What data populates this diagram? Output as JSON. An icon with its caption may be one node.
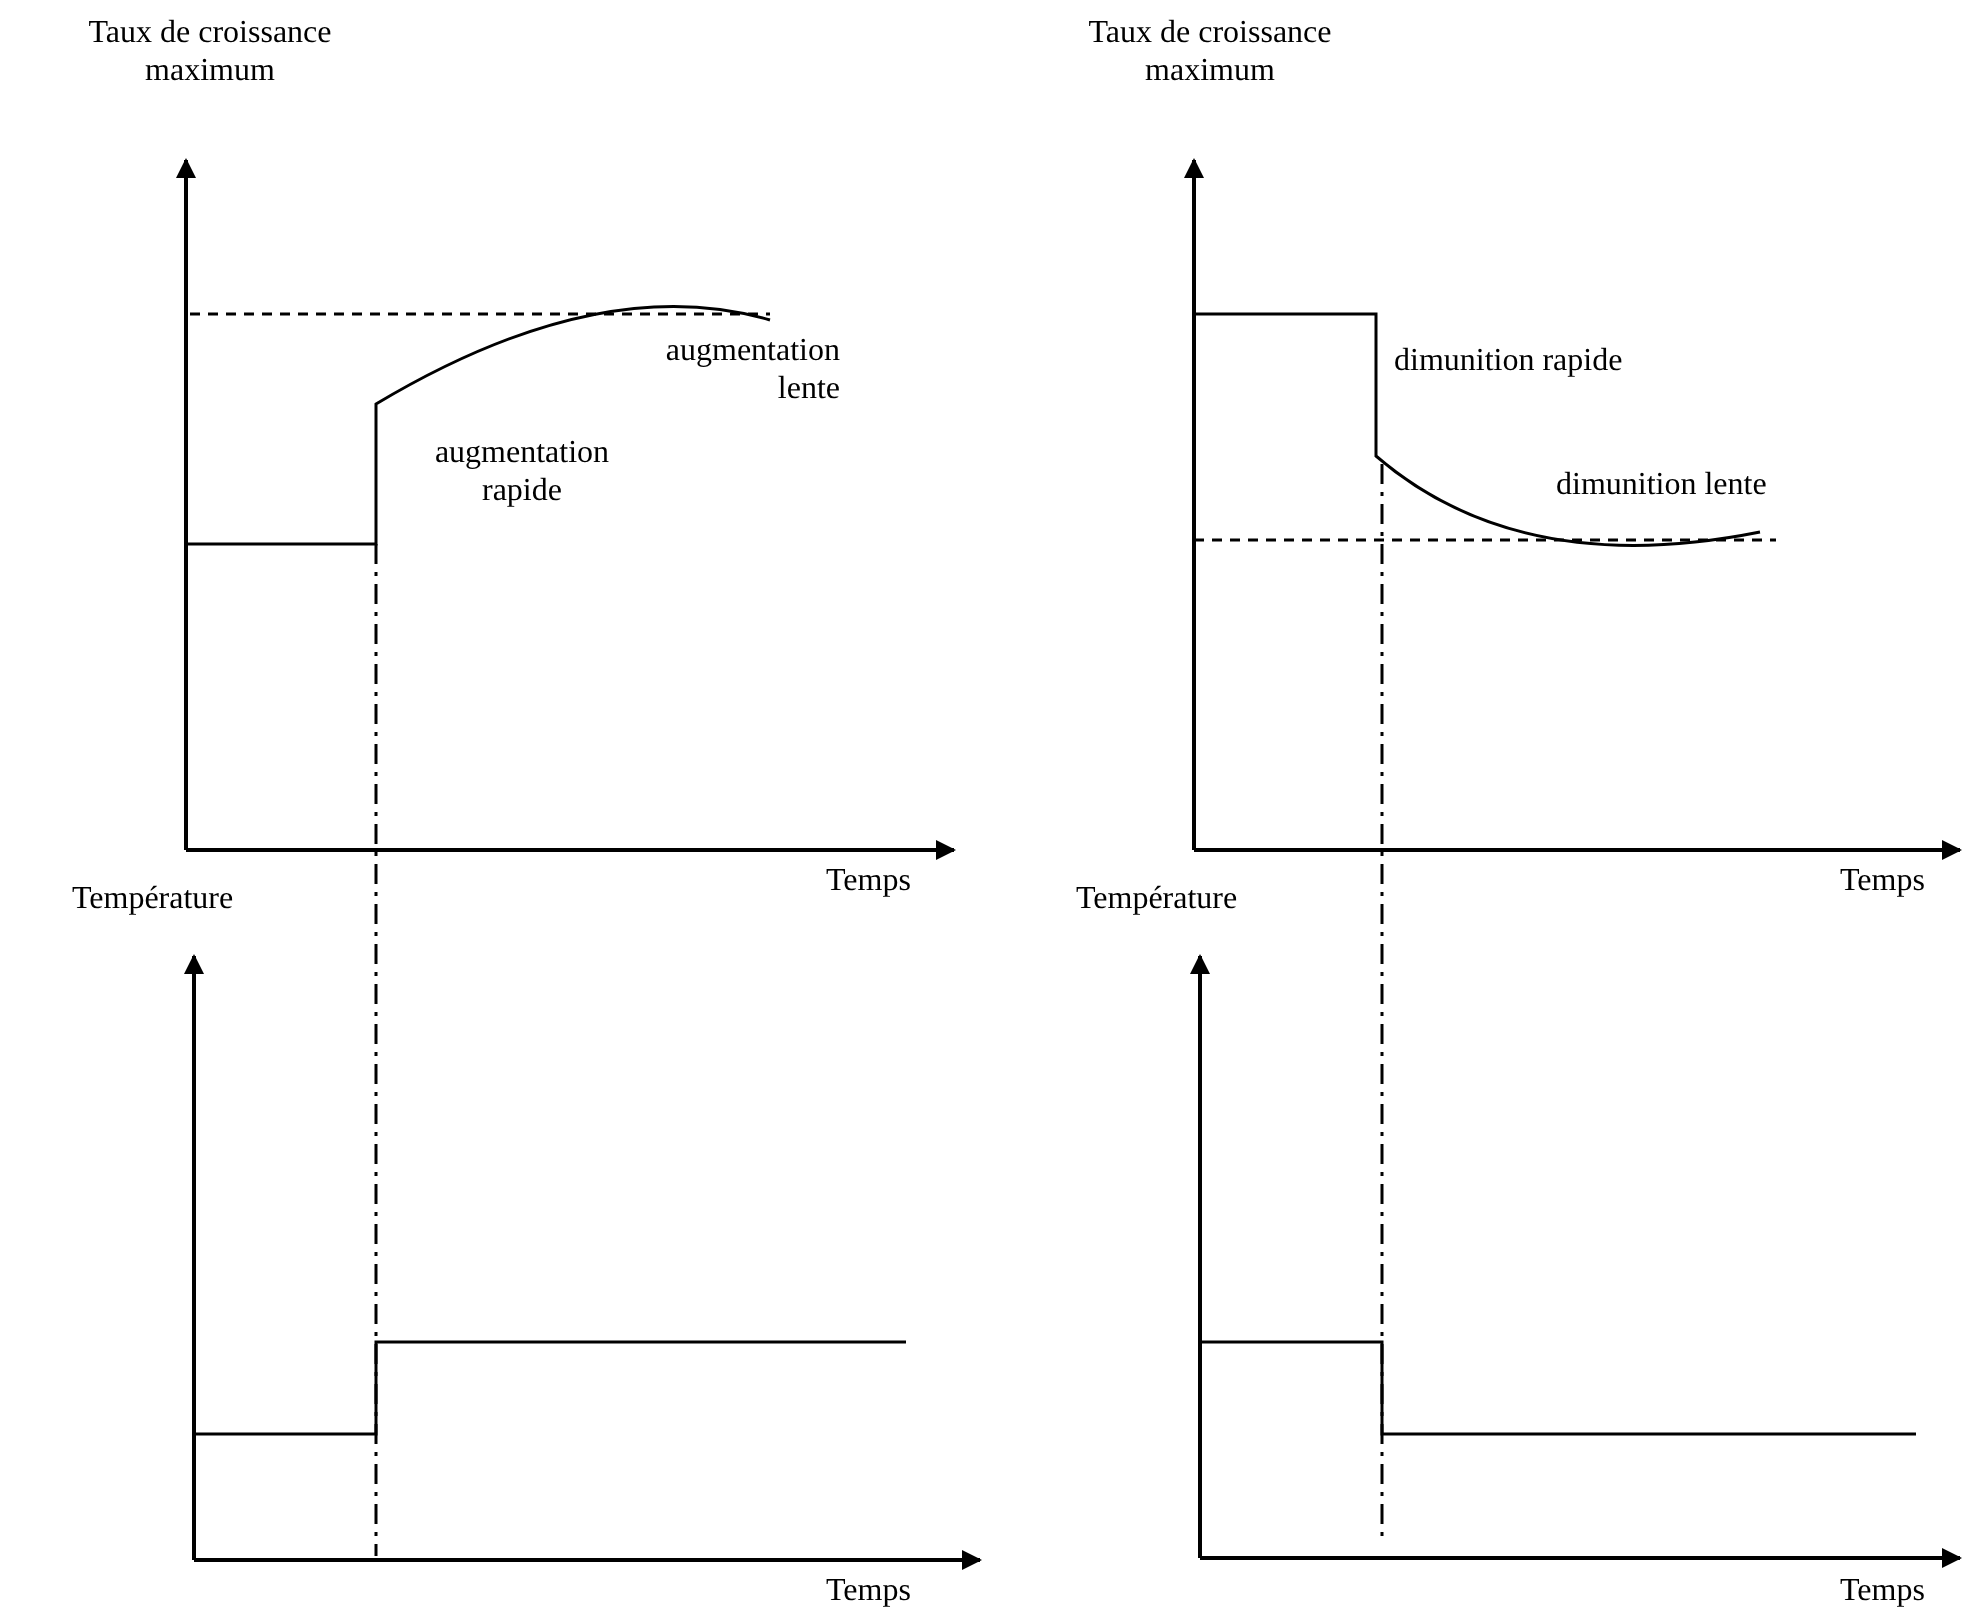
{
  "diagram": {
    "labels": [
      "Taux de croissance maximum",
      "Taux de croissance maximum",
      "augmentation lente",
      "dimunition rapide",
      "augmentation rapide",
      "dimunition lente",
      "Temps",
      "Temps",
      "Température",
      "Température",
      "Temps",
      "Temps"
    ]
  }
}
